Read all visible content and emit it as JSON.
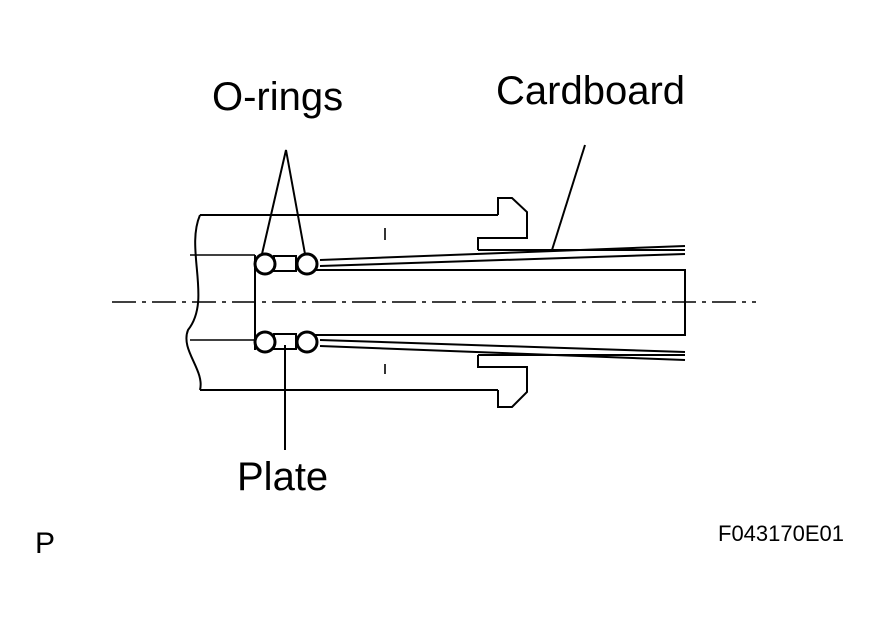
{
  "labels": {
    "o_rings": "O-rings",
    "cardboard": "Cardboard",
    "plate": "Plate",
    "corner_letter": "P",
    "figure_code": "F043170E01"
  },
  "colors": {
    "line": "#000000",
    "background": "#ffffff"
  }
}
